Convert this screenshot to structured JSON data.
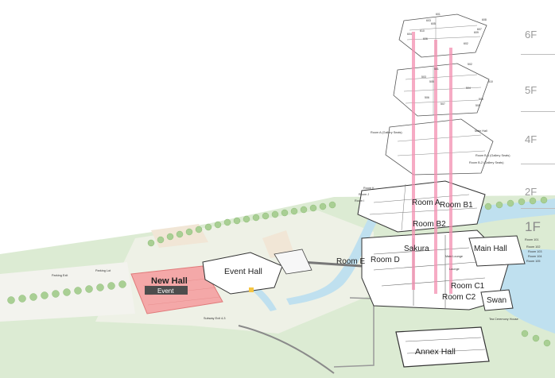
{
  "floors": [
    "6F",
    "5F",
    "4F",
    "2F",
    "1F"
  ],
  "active_floor": "1F",
  "halls": {
    "event_hall": "Event Hall",
    "new_hall": "New Hall",
    "new_hall_tag": "Event",
    "main_hall": "Main Hall",
    "annex_hall": "Annex Hall",
    "swan": "Swan",
    "sakura": "Sakura"
  },
  "rooms_1f": {
    "room_e": "Room E",
    "room_d": "Room D",
    "room_c1": "Room C1",
    "room_c2": "Room C2"
  },
  "rooms_2f": {
    "room_a": "Room A",
    "room_b1": "Room B1",
    "room_b2": "Room B2"
  },
  "small_labels": {
    "parking_exit": "Parking Exit",
    "parking_lot": "Parking Lot",
    "subway_exit": "Subway Exit 4-3",
    "main_lounge": "Main Lounge",
    "lounge": "Lounge",
    "room_101": "Room 101",
    "room_102": "Room 102",
    "room_103": "Room 103",
    "room_104": "Room 104",
    "room_105": "Room 105",
    "tea_house": "Tea Ceremony House",
    "room_k": "Room K",
    "room_j": "Room J",
    "room_i": "Room I",
    "room_a_4f": "Room A (Gallery Seats)",
    "main_hall_4f": "Main Hall",
    "room_b1_4f": "Room B-1 (Gallery Seats)",
    "room_b2_4f": "Room B-2 (Gallery Seats)",
    "r501": "501",
    "r502": "502",
    "r503": "503",
    "r504": "504",
    "r505": "505",
    "r506": "506",
    "r507": "507",
    "r508": "508",
    "r509": "509",
    "r510": "510",
    "r601": "601",
    "r602": "602",
    "r603": "603",
    "r604": "604",
    "r605": "605",
    "r606": "606",
    "r607": "607",
    "r608": "608",
    "r609": "609",
    "r610": "610"
  },
  "colors": {
    "grass": "#dcebd3",
    "water": "#bfe0ef",
    "tree": "#a9cf94",
    "highlight_fill": "#f4a8a8",
    "highlight_stroke": "#e07a7a",
    "tag_bg": "#4d4d4d",
    "elevator": "#f48fb1",
    "building_line": "#333333",
    "floor_text": "#9a9a9a"
  }
}
